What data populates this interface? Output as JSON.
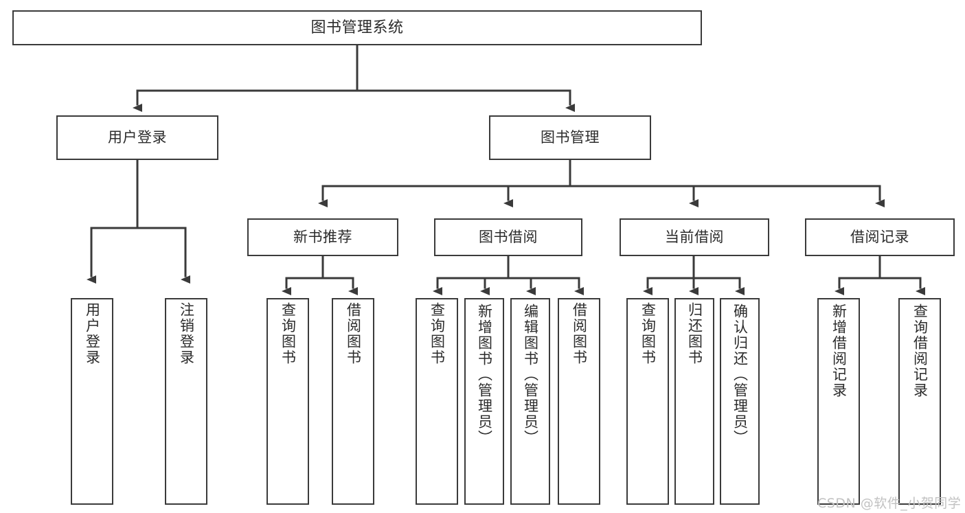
{
  "diagram": {
    "title": "图书管理系统",
    "type": "tree",
    "watermark": "CSDN @软件_小贺同学",
    "accent_color": "#3a3a3a",
    "background_color": "#ffffff",
    "text_color": "#2b2b2b",
    "watermark_color": "#c2c2c2"
  },
  "nodes": {
    "root": {
      "label": "图书管理系统"
    },
    "level2": [
      {
        "id": "user-login",
        "label": "用户登录"
      },
      {
        "id": "book-management",
        "label": "图书管理"
      }
    ],
    "level3": [
      {
        "id": "new-book-recommend",
        "label": "新书推荐"
      },
      {
        "id": "book-borrow",
        "label": "图书借阅"
      },
      {
        "id": "current-borrow",
        "label": "当前借阅"
      },
      {
        "id": "borrow-record",
        "label": "借阅记录"
      }
    ],
    "leaves": {
      "user_login": [
        {
          "id": "leaf-user-login",
          "label": "用户登录"
        },
        {
          "id": "leaf-logout-login",
          "label": "注销登录"
        }
      ],
      "new_book_recommend": [
        {
          "id": "leaf-query-book-1",
          "label": "查询图书"
        },
        {
          "id": "leaf-borrow-book-1",
          "label": "借阅图书"
        }
      ],
      "book_borrow": [
        {
          "id": "leaf-query-book-2",
          "label": "查询图书"
        },
        {
          "id": "leaf-add-book-admin",
          "label": "新增图书（管理员）"
        },
        {
          "id": "leaf-edit-book-admin",
          "label": "编辑图书（管理员）"
        },
        {
          "id": "leaf-borrow-book-2",
          "label": "借阅图书"
        }
      ],
      "current_borrow": [
        {
          "id": "leaf-query-book-3",
          "label": "查询图书"
        },
        {
          "id": "leaf-return-book",
          "label": "归还图书"
        },
        {
          "id": "leaf-confirm-return-admin",
          "label": "确认归还（管理员）"
        }
      ],
      "borrow_record": [
        {
          "id": "leaf-add-borrow-record",
          "label": "新增借阅记录"
        },
        {
          "id": "leaf-query-borrow-record",
          "label": "查询借阅记录"
        }
      ]
    }
  }
}
